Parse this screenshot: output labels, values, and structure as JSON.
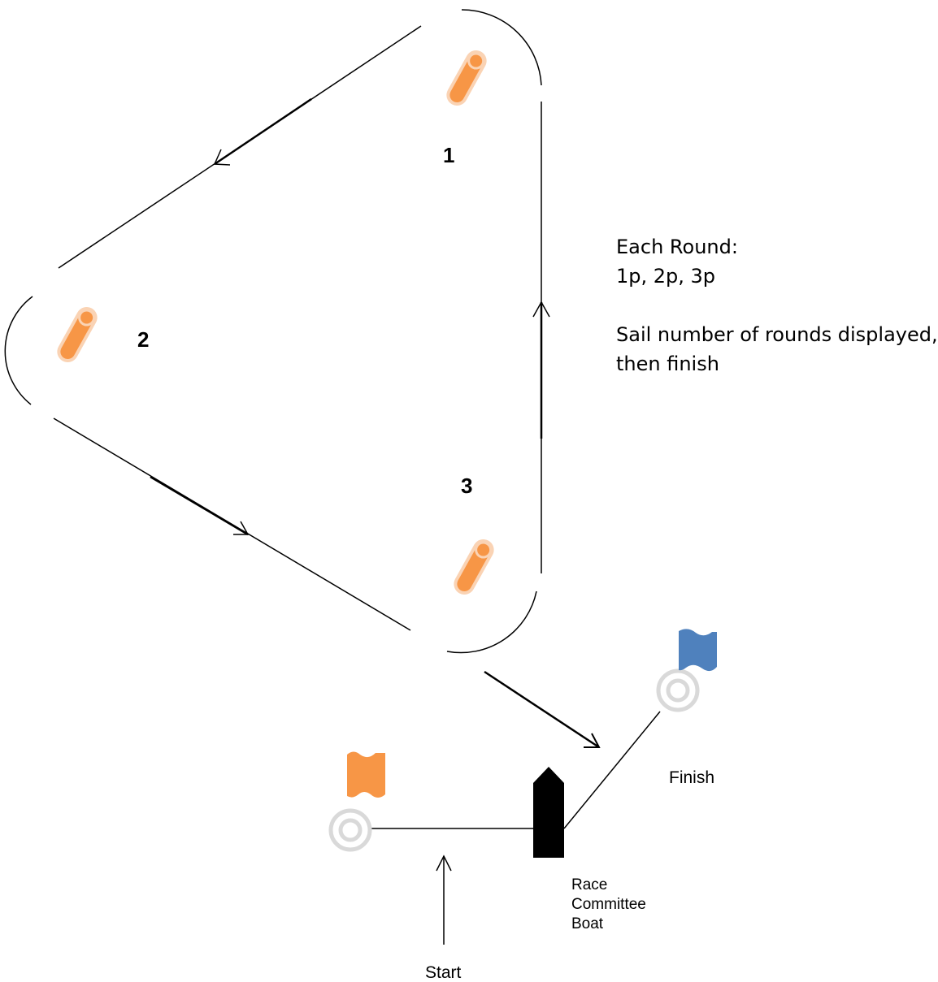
{
  "marks": [
    {
      "label": "1"
    },
    {
      "label": "2"
    },
    {
      "label": "3"
    }
  ],
  "instructions": {
    "line1": "Each Round:",
    "line2": "1p, 2p, 3p",
    "line3": "Sail number of rounds displayed,",
    "line4": "then finish"
  },
  "labels": {
    "finish": "Finish",
    "start": "Start",
    "boat": [
      "Race",
      "Committee",
      "Boat"
    ]
  },
  "colors": {
    "mark": "#F79646",
    "mark_outline": "#FAD3B4",
    "start_flag": "#F79646",
    "finish_flag": "#4F81BD",
    "buoy_ring": "#D9D9D9",
    "boat": "#000000"
  }
}
